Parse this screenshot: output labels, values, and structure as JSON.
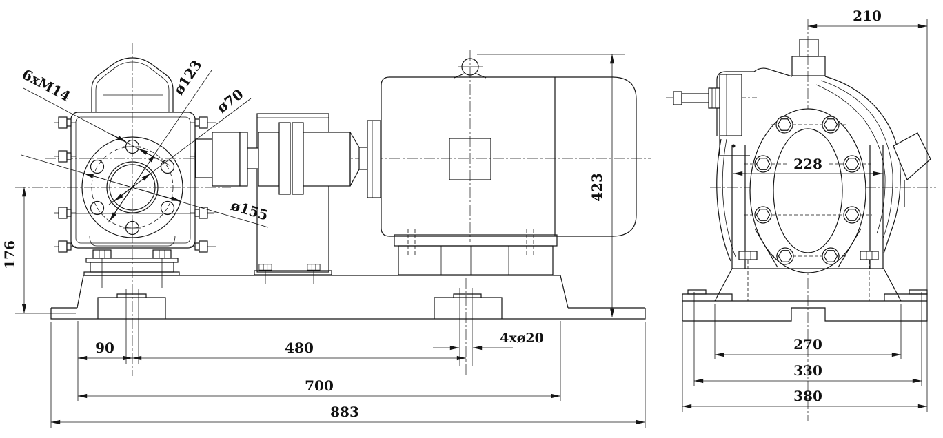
{
  "meta": {
    "title": "Gear pump with motor - outline dimension drawing",
    "background": "#ffffff",
    "line_color": "#151515"
  },
  "dims": {
    "bolt_spec": "6xM14",
    "bolt_circle_dia": "ø123",
    "port_bore_dia": "ø70",
    "flange_od": "ø155",
    "port_axis_height": "176",
    "edge_to_axis": "90",
    "axis_to_foot_hole": "480",
    "base_body_length": "700",
    "base_overall_length": "883",
    "foot_hole_spec": "4xø20",
    "overall_height": "423",
    "axis_to_base_edge": "210",
    "casing_width": "228",
    "pedestal_span": "270",
    "foot_pad_span": "330",
    "base_overall_width": "380"
  }
}
